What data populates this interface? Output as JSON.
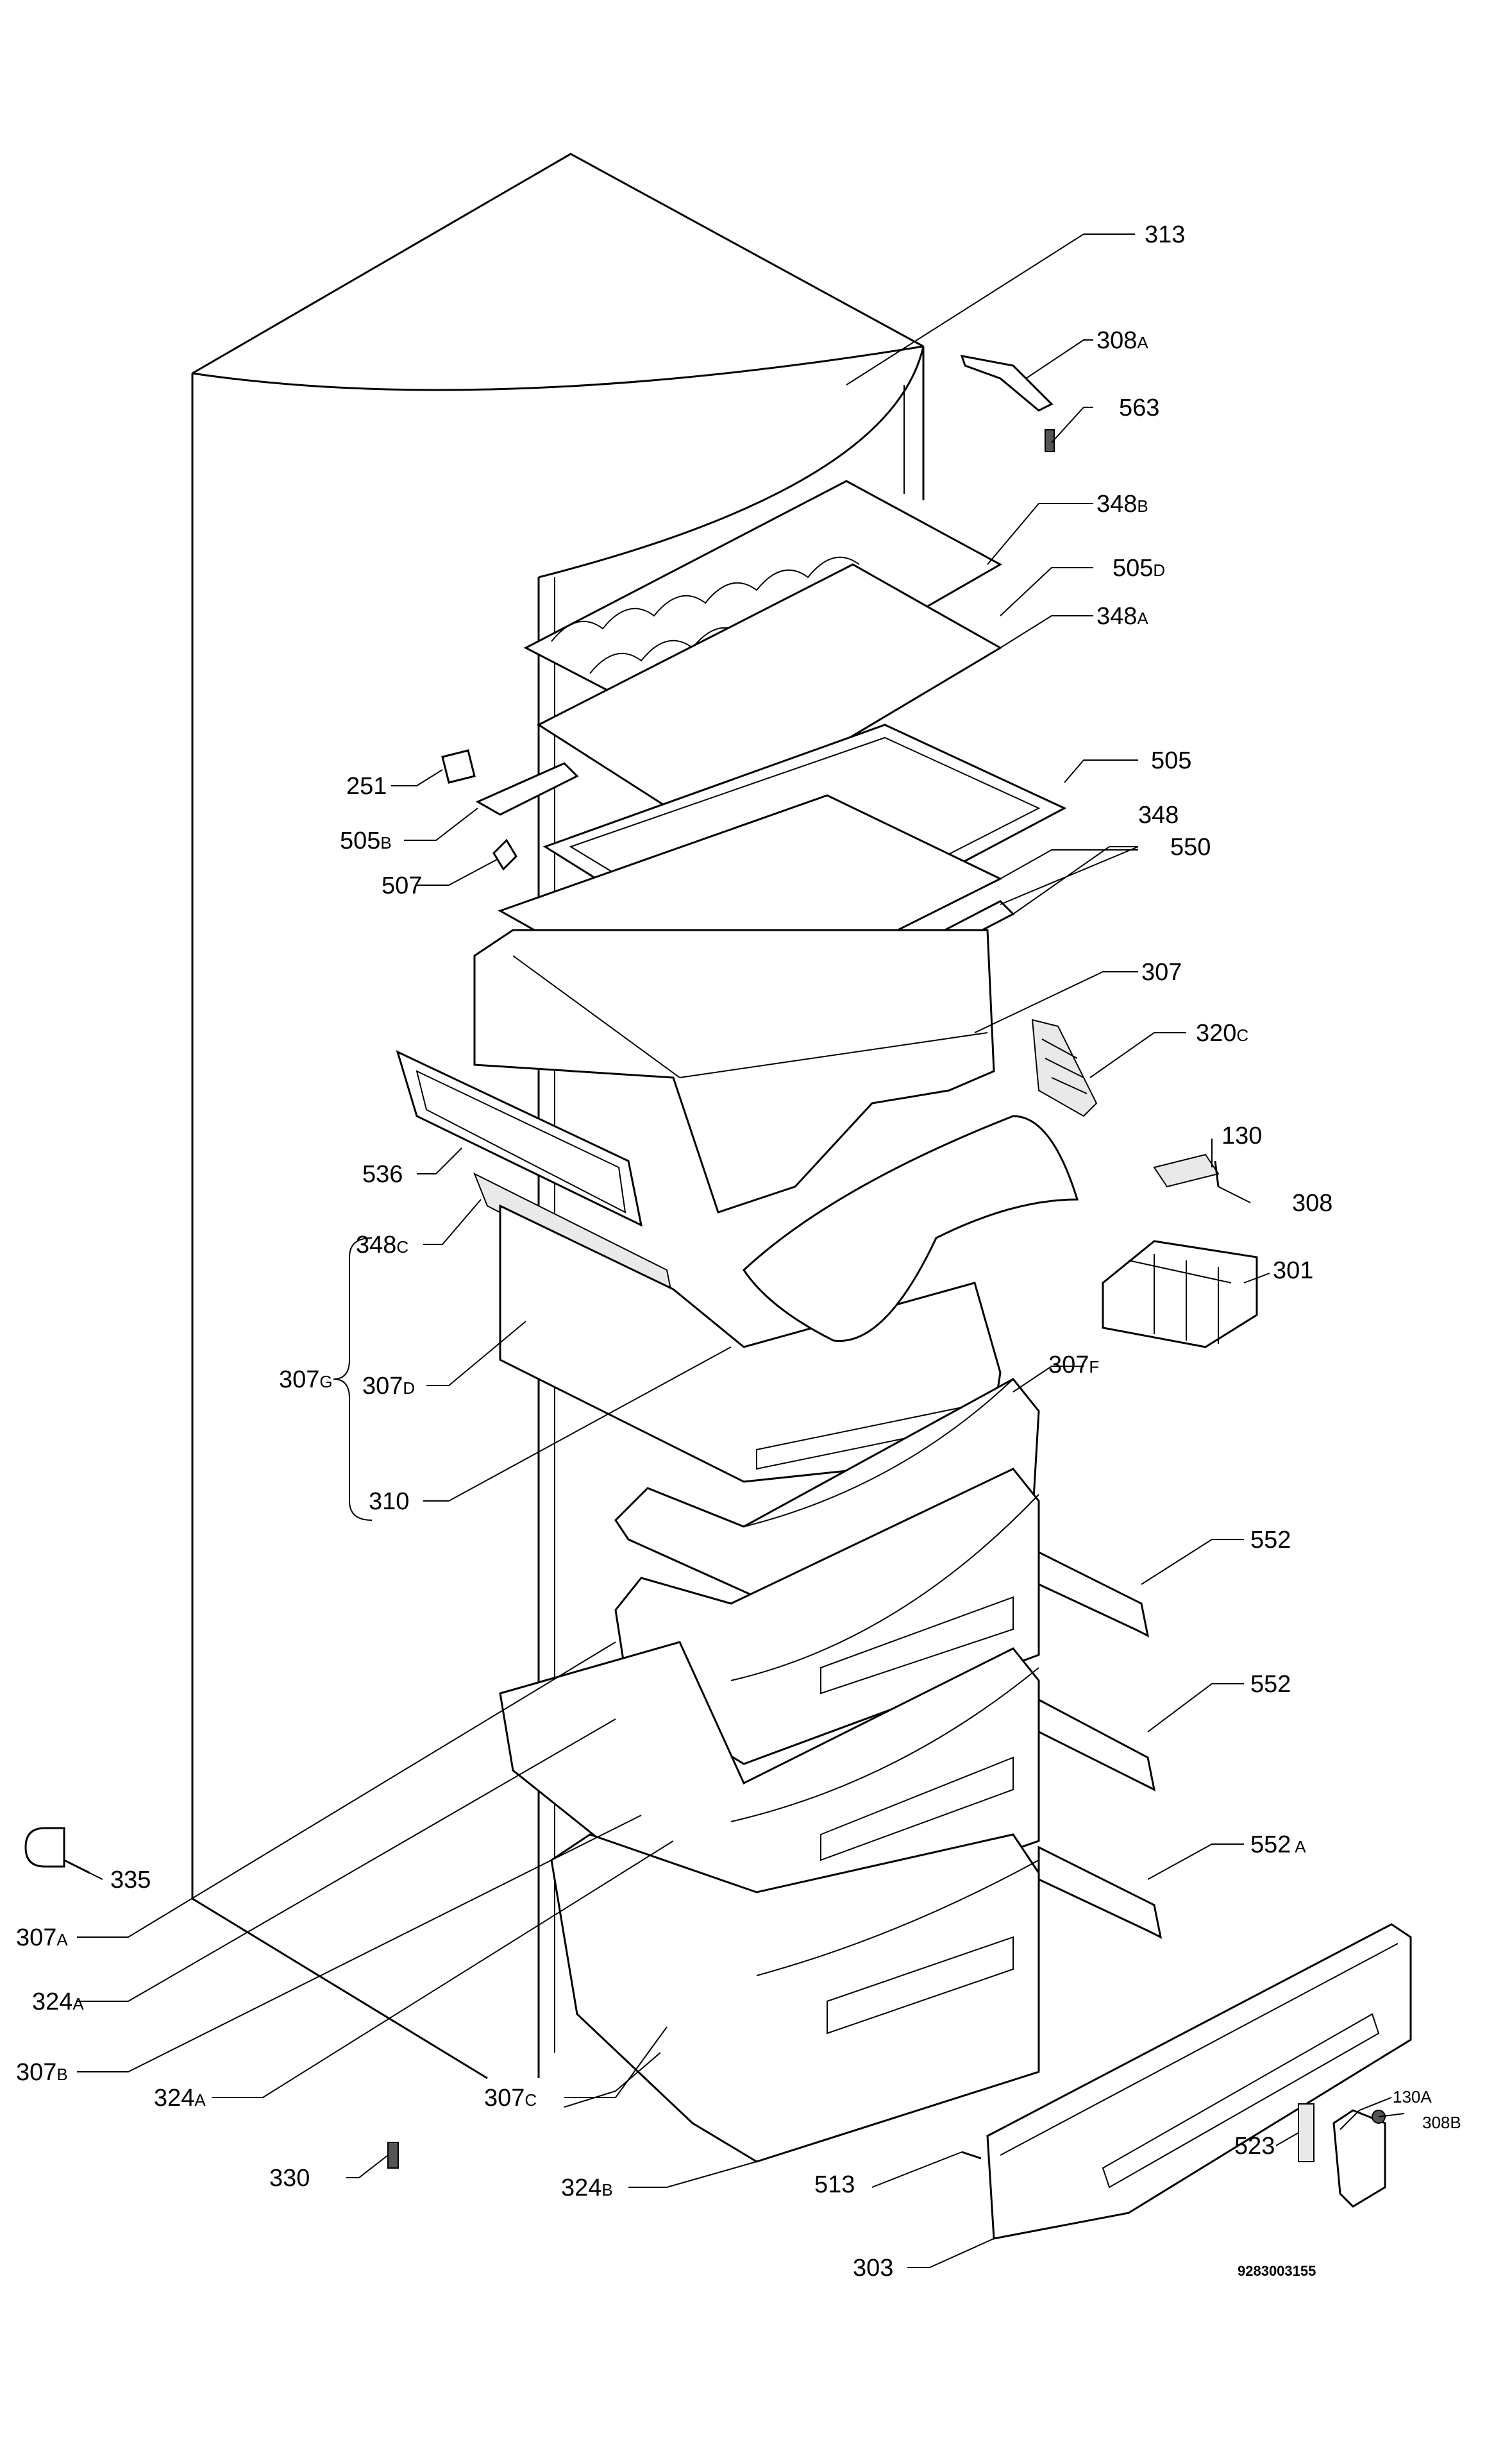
{
  "document_number": "9283003155",
  "labels": [
    {
      "id": "313",
      "main": "313",
      "sub": ""
    },
    {
      "id": "308a",
      "main": "308",
      "sub": "A"
    },
    {
      "id": "563",
      "main": "563",
      "sub": ""
    },
    {
      "id": "348b",
      "main": "348",
      "sub": "B"
    },
    {
      "id": "505d",
      "main": "505",
      "sub": "D"
    },
    {
      "id": "348a",
      "main": "348",
      "sub": "A"
    },
    {
      "id": "505",
      "main": "505",
      "sub": ""
    },
    {
      "id": "348",
      "main": "348",
      "sub": ""
    },
    {
      "id": "550",
      "main": "550",
      "sub": ""
    },
    {
      "id": "307",
      "main": "307",
      "sub": ""
    },
    {
      "id": "320c",
      "main": "320",
      "sub": "C"
    },
    {
      "id": "130",
      "main": "130",
      "sub": ""
    },
    {
      "id": "308",
      "main": "308",
      "sub": ""
    },
    {
      "id": "301",
      "main": "301",
      "sub": ""
    },
    {
      "id": "307f",
      "main": "307",
      "sub": "F"
    },
    {
      "id": "552-1",
      "main": "552",
      "sub": ""
    },
    {
      "id": "552-2",
      "main": "552",
      "sub": ""
    },
    {
      "id": "552a",
      "main": "552",
      "sub": " A"
    },
    {
      "id": "251",
      "main": "251",
      "sub": ""
    },
    {
      "id": "505b",
      "main": "505",
      "sub": "B"
    },
    {
      "id": "507",
      "main": "507",
      "sub": ""
    },
    {
      "id": "536",
      "main": "536",
      "sub": ""
    },
    {
      "id": "348c",
      "main": "348",
      "sub": "C"
    },
    {
      "id": "307g",
      "main": "307",
      "sub": "G"
    },
    {
      "id": "307d",
      "main": "307",
      "sub": "D"
    },
    {
      "id": "310",
      "main": "310",
      "sub": ""
    },
    {
      "id": "335",
      "main": "335",
      "sub": ""
    },
    {
      "id": "307a",
      "main": "307",
      "sub": "A"
    },
    {
      "id": "324a-1",
      "main": "324",
      "sub": "A"
    },
    {
      "id": "307b",
      "main": "307",
      "sub": "B"
    },
    {
      "id": "307c",
      "main": "307",
      "sub": "C"
    },
    {
      "id": "324a-2",
      "main": "324",
      "sub": "A"
    },
    {
      "id": "330",
      "main": "330",
      "sub": ""
    },
    {
      "id": "324b",
      "main": "324",
      "sub": "B"
    },
    {
      "id": "513",
      "main": "513",
      "sub": ""
    },
    {
      "id": "303",
      "main": "303",
      "sub": ""
    },
    {
      "id": "523",
      "main": "523",
      "sub": ""
    },
    {
      "id": "130a",
      "main": "130A",
      "sub": ""
    },
    {
      "id": "308b",
      "main": "308",
      "sub": "B"
    }
  ]
}
